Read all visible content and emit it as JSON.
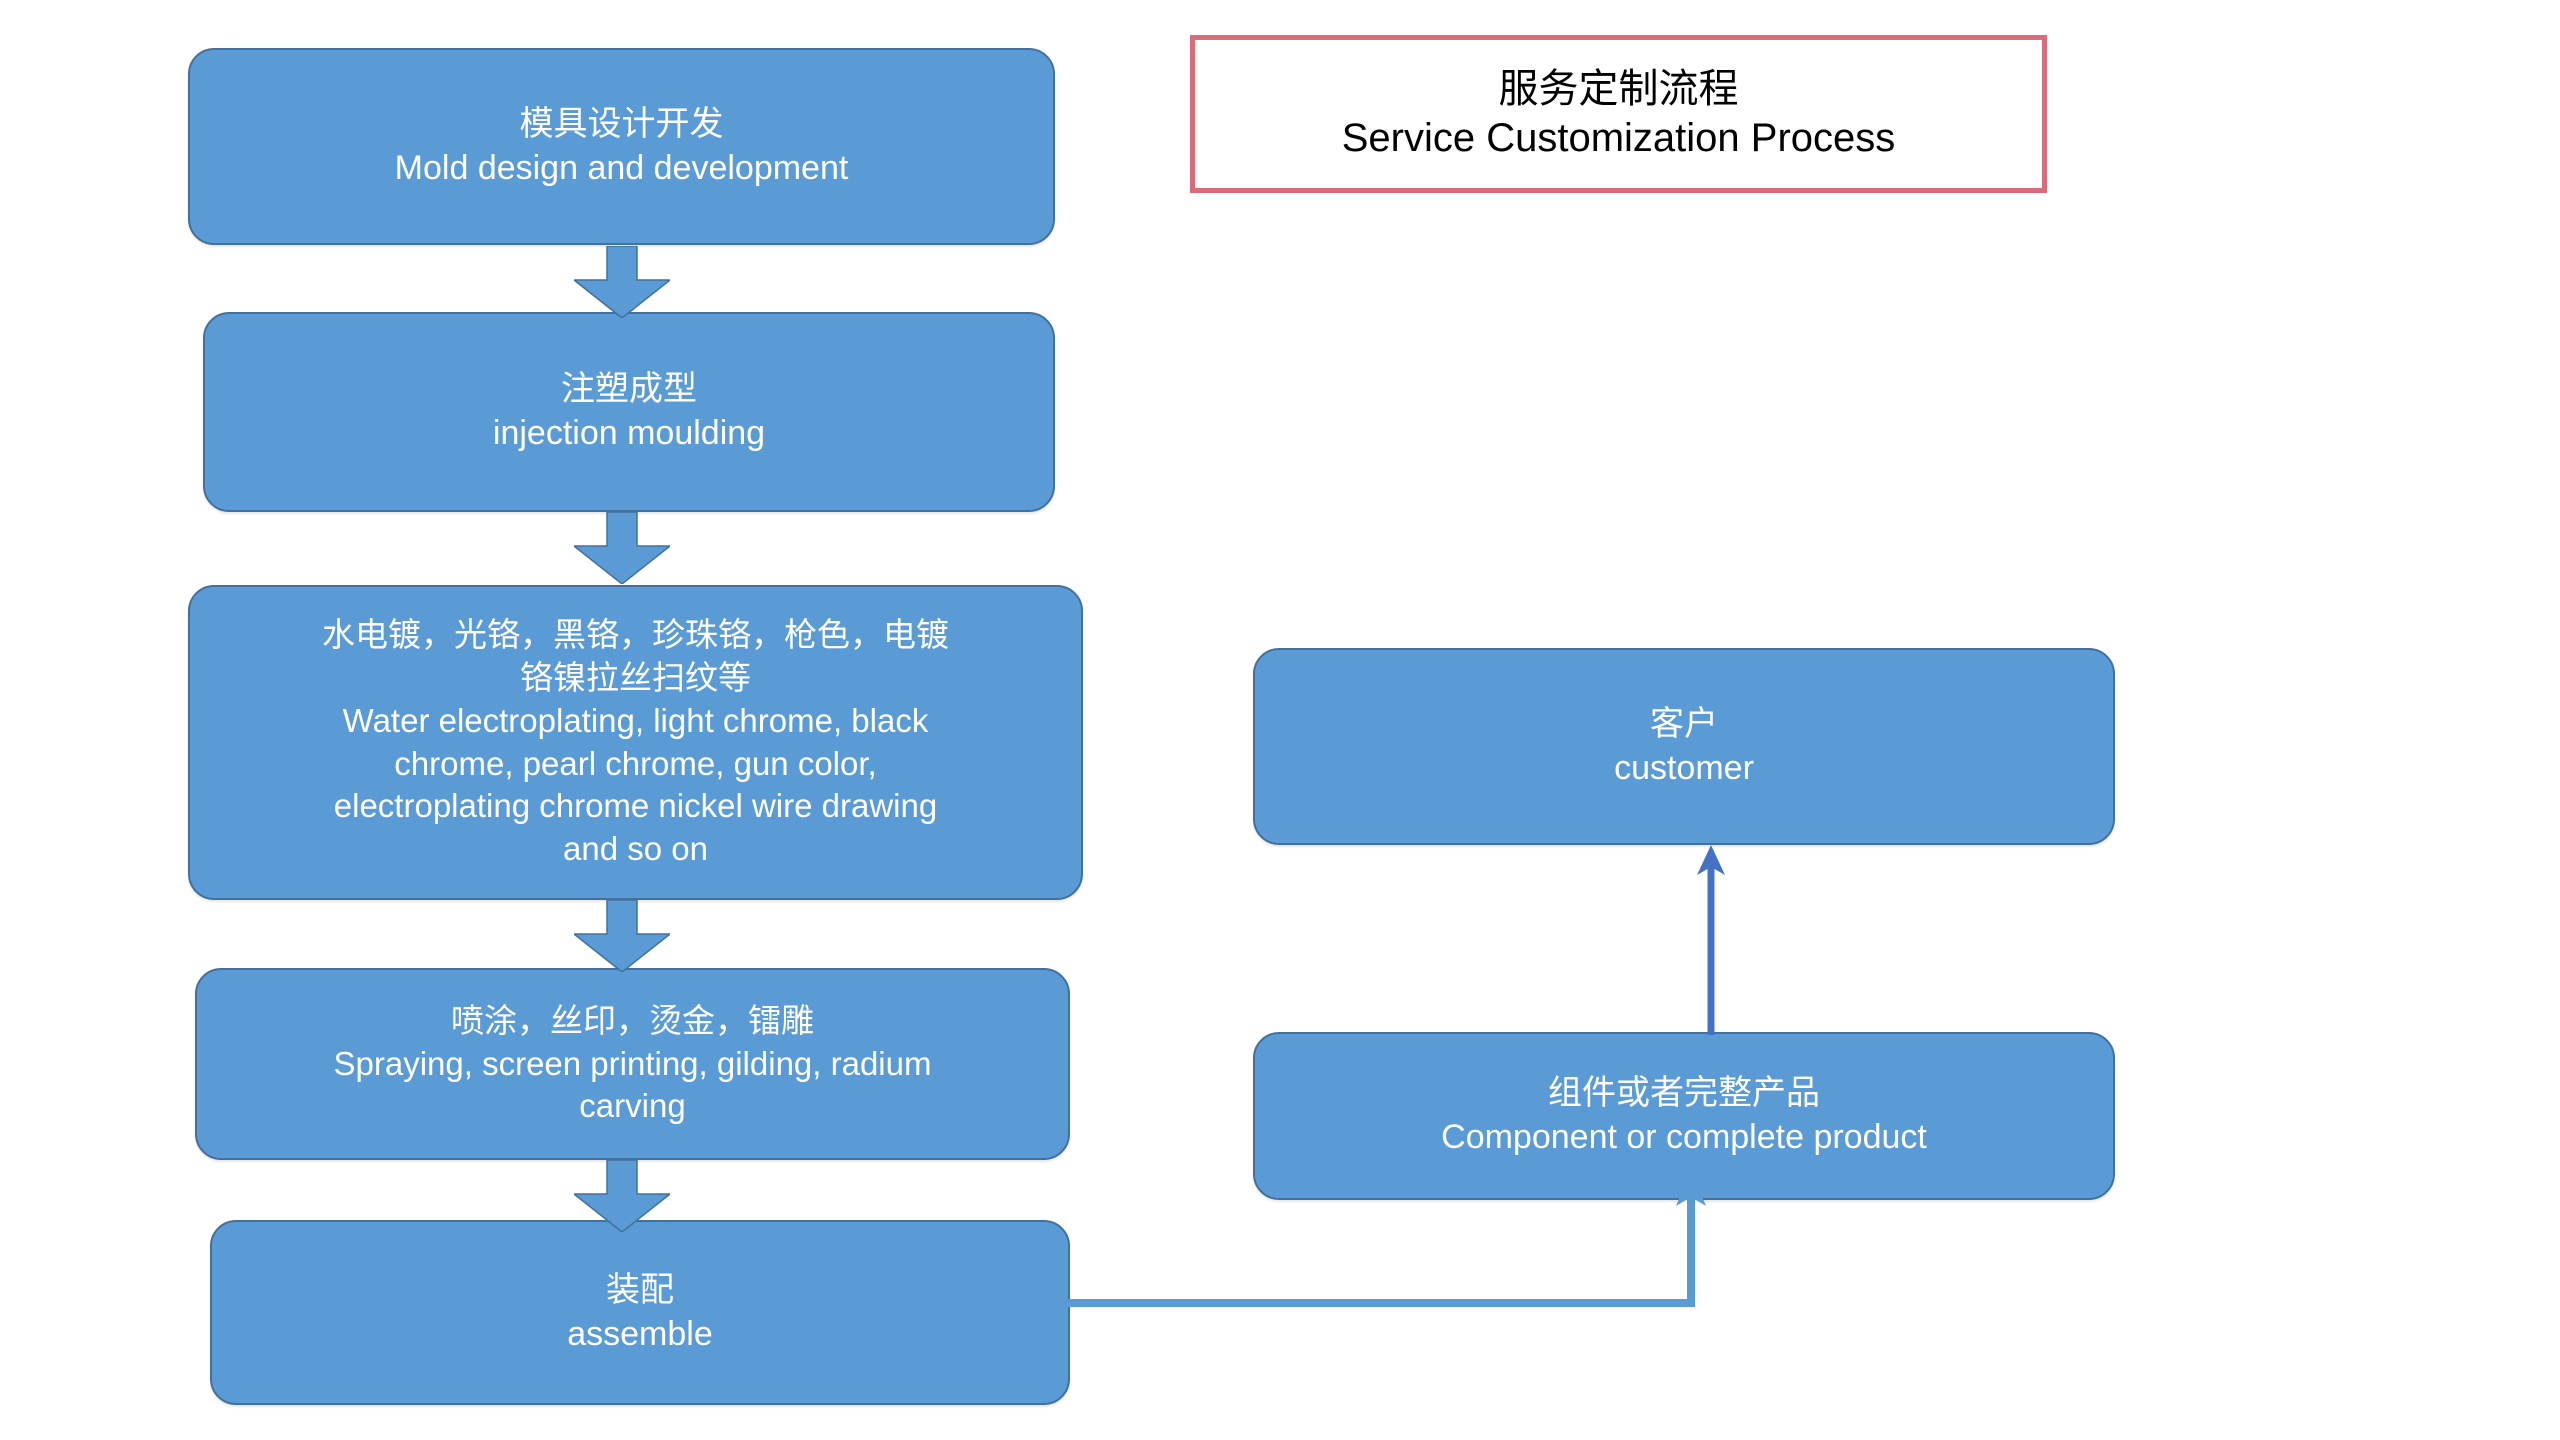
{
  "title": {
    "cn": "服务定制流程",
    "en": "Service Customization Process",
    "border_color": "#d96b7b",
    "text_color": "#000000"
  },
  "theme": {
    "node_fill": "#5b9bd5",
    "node_border": "#41719c",
    "node_text": "#ffffff",
    "arrow_fill": "#5b9bd5",
    "arrow_line": "#4472c4",
    "background": "#ffffff"
  },
  "flow": {
    "left_column": [
      {
        "id": "mold",
        "cn": "模具设计开发",
        "en": "Mold design and development"
      },
      {
        "id": "injection",
        "cn": "注塑成型",
        "en": "injection moulding"
      },
      {
        "id": "plating",
        "cn_lines": [
          "水电镀，光铬，黑铬，珍珠铬，枪色，电镀",
          "铬镍拉丝扫纹等"
        ],
        "en_lines": [
          "Water electroplating, light chrome, black",
          "chrome, pearl chrome, gun color,",
          "electroplating chrome nickel wire drawing",
          "and so on"
        ]
      },
      {
        "id": "spraying",
        "cn_lines": [
          "喷涂，丝印，烫金，镭雕"
        ],
        "en_lines": [
          "Spraying, screen printing, gilding, radium",
          "carving"
        ]
      },
      {
        "id": "assemble",
        "cn": "装配",
        "en": "assemble"
      }
    ],
    "right_column": [
      {
        "id": "customer",
        "cn": "客户",
        "en": "customer"
      },
      {
        "id": "component",
        "cn": "组件或者完整产品",
        "en": "Component or complete product"
      }
    ],
    "connectors": [
      {
        "id": "mold-to-injection",
        "from": "mold",
        "to": "injection",
        "style": "block-arrow-down"
      },
      {
        "id": "injection-to-plating",
        "from": "injection",
        "to": "plating",
        "style": "block-arrow-down"
      },
      {
        "id": "plating-to-spraying",
        "from": "plating",
        "to": "spraying",
        "style": "block-arrow-down"
      },
      {
        "id": "spraying-to-assemble",
        "from": "spraying",
        "to": "assemble",
        "style": "block-arrow-down"
      },
      {
        "id": "assemble-to-component",
        "from": "assemble",
        "to": "component",
        "style": "elbow-line-arrow-up"
      },
      {
        "id": "component-to-customer",
        "from": "component",
        "to": "customer",
        "style": "line-arrow-up"
      }
    ]
  }
}
